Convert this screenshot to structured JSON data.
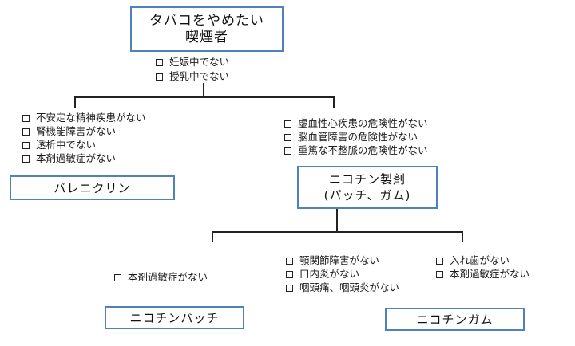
{
  "root": {
    "line1": "タバコをやめたい",
    "line2": "喫煙者"
  },
  "root_conditions": [
    "妊娠中でない",
    "授乳中でない"
  ],
  "left_conditions": [
    "不安定な精神疾患がない",
    "腎機能障害がない",
    "透析中でない",
    "本剤過敏症がない"
  ],
  "right_conditions": [
    "虚血性心疾患の危険性がない",
    "脳血管障害の危険性がない",
    "重篤な不整脈の危険性がない"
  ],
  "varenicline": {
    "label": "バレニクリン"
  },
  "nicotine": {
    "line1": "ニコチン製剤",
    "line2": "(パッチ、ガム)"
  },
  "patch_conditions": [
    "本剤過敏症がない"
  ],
  "gum_conditions_col1": [
    "顎関節障害がない",
    "口内炎がない",
    "咽頭痛、咽頭炎がない"
  ],
  "gum_conditions_col2": [
    "入れ歯がない",
    "本剤過敏症がない"
  ],
  "patch": {
    "label": "ニコチンパッチ"
  },
  "gum": {
    "label": "ニコチンガム"
  }
}
